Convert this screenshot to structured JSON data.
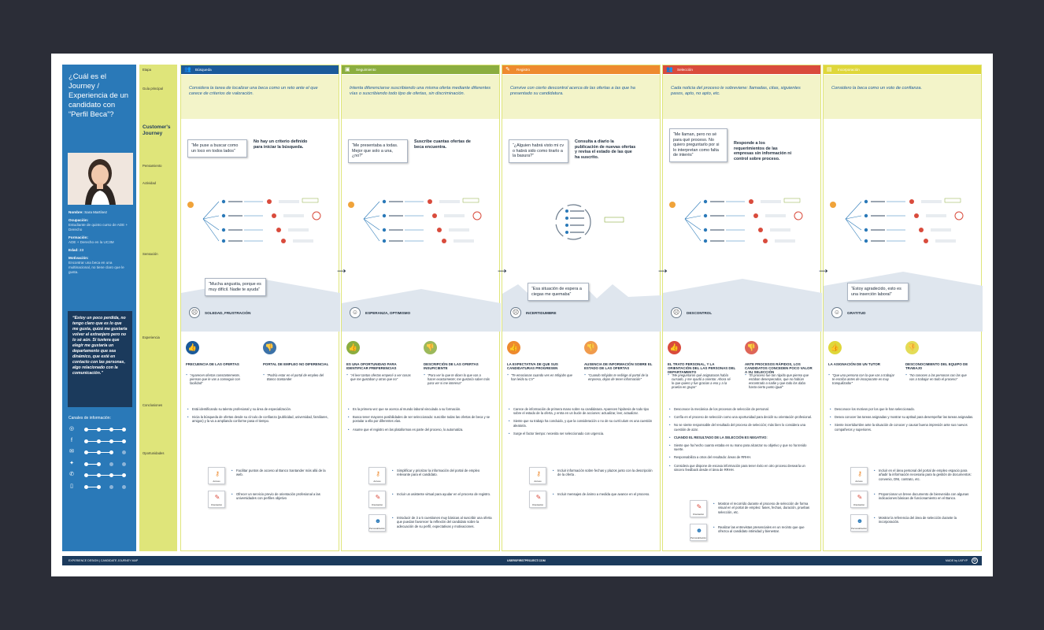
{
  "title": "¿Cuál es el Journey / Experiencia de un candidato con “Perfil Beca”?",
  "profile": {
    "name_label": "Nombre:",
    "name": "Sara Martínez",
    "occupation_label": "Ocupación:",
    "occupation": "Estudiante de quinto curso de ADE + Derecho",
    "education_label": "Formación:",
    "education": "ADE + Derecho en la UC3M",
    "age_label": "Edad:",
    "age": "23",
    "motivation_label": "Motivación:",
    "motivation": "Encontrar una beca en una multinacional, no tiene claro que le gusta.",
    "quote": "“Estoy un poco perdida, no tengo claro que es lo que me gusta, quizá me gustaría volver al extranjero pero no lo sé aún. Si tuviera que elegir me gustaría un departamento que sea dinámico, que esté en contacto con las personas, algo relacionado con la comunicación.”",
    "channels_title": "Canales de información:",
    "channels": [
      {
        "icon": "globe-icon",
        "glyph": "◎",
        "levels": [
          1,
          1,
          1,
          1
        ]
      },
      {
        "icon": "facebook-icon",
        "glyph": "f",
        "levels": [
          1,
          1,
          1,
          1
        ]
      },
      {
        "icon": "email-icon",
        "glyph": "✉",
        "levels": [
          1,
          1,
          1,
          0
        ]
      },
      {
        "icon": "twitter-icon",
        "glyph": "✦",
        "levels": [
          1,
          1,
          0,
          0
        ]
      },
      {
        "icon": "whatsapp-icon",
        "glyph": "✆",
        "levels": [
          1,
          1,
          1,
          1
        ]
      },
      {
        "icon": "phone-icon",
        "glyph": "▯",
        "levels": [
          1,
          1,
          0,
          0
        ]
      }
    ]
  },
  "row_labels": {
    "etapa": "Etapa",
    "guia": "Guía principal",
    "journey": "Customer's Journey",
    "pensamiento": "Pensamiento",
    "actividad": "Actividad",
    "sensacion": "Sensación",
    "experiencia": "Experiencia",
    "conclusiones": "Conclusiones",
    "oportunidades": "Oportunidades"
  },
  "stages": [
    {
      "name": "Búsqueda",
      "color": "#1b5a9a",
      "emo_level": 0.35,
      "guide": "Considera la tarea de localizar una beca como un reto ante el que carece de criterios de valoración.",
      "bubble": "“Me puse a buscar como un loco en todos lados”",
      "thought": "No hay un criterio definido para iniciar la búsqueda.",
      "feeling_quote": "“Mucha angustia, porque es muy difícil. Nadie te ayuda”",
      "emotion": "SOLEDAD, FRUSTRACIÓN",
      "experiences": [
        {
          "type": "positive",
          "title": "FRECUENCIA DE LAS OFERTAS",
          "quote": "“Aparecen ofertas constantemente, piensas que le vas a conseguir con facilidad”"
        },
        {
          "type": "negative",
          "title": "PORTAL DE EMPLEO NO DIFERENCIAL",
          "quote": "“Podría estar en el portal de empleo del Banco Santander"
        }
      ],
      "conclusions": [
        "Está identificando su talento profesional y su área de especialización.",
        "Inicia la búsqueda de ofertas desde su círculo de confianza (publicidad, universidad, familiares, amigos) y la va a ampliando conforme pasa el tiempo."
      ],
      "opportunities": [
        {
          "label": "Acceso",
          "icon": "key-icon",
          "text": "Facilitar puntos de acceso al Banco Santander más allá de la web."
        },
        {
          "label": "Orientación",
          "icon": "compass-icon",
          "text": "Ofrecer un servicio previo de orientación profesional a las universidades con perfiles objetivo"
        }
      ]
    },
    {
      "name": "Seguimiento",
      "color": "#8bad3f",
      "emo_level": 0.5,
      "guide": "Intenta diferenciarse suscribiendo una misma oferta mediante diferentes vías o suscribiendo todo tipo de ofertas, sin discriminación.",
      "bubble": "“Me presentaba a todas. Mejor que solo a una, ¿no?”",
      "thought": "Suscribe cuantas ofertas de beca encuentra.",
      "feeling_quote": "",
      "emotion": "ESPERANZA, OPTIMISMO",
      "experiences": [
        {
          "type": "positive",
          "title": "ES UNA OPORTUNIDAD PARA IDENTIFICAR PREFERENCIAS",
          "quote": "“Al leer tantas ofertas empecé a ver cosas que me gustaban y otras que no”"
        },
        {
          "type": "negative",
          "title": "DESCRIPCIÓN DE LAS OFERTAS INSUFICIENTE",
          "quote": "“Para ver lo que te dicen lo que vas a hacer exactamente; me gustaría saber más para ver si me interesa”"
        }
      ],
      "conclusions": [
        "Es la primera vez que se acerca al mundo laboral vinculado a su formación.",
        "Busca tener mayores posibilidades de ser seleccionado: suscribe todas las ofertas de beca y se postular a ella por diferentes vías.",
        "Asume que el registro en las plataformas es parte del proceso, lo automatiza."
      ],
      "opportunities": [
        {
          "label": "Acceso",
          "icon": "key-icon",
          "text": "Simplificar y priorizar la información del portal de empleo relevante para el candidato."
        },
        {
          "label": "Orientación",
          "icon": "compass-icon",
          "text": "Incluir un asistente virtual para ayudar en el proceso de registro."
        },
        {
          "label": "Personalización",
          "icon": "person-icon",
          "text": "Introducir de 3 a 5 cuestiones muy básicas al suscribir una oferta que puedan favorecer la reflexión del candidato sobre la adecuación de su perfil, expectativas y motivaciones."
        }
      ]
    },
    {
      "name": "Registro",
      "color": "#ee8a2e",
      "emo_level": 0.45,
      "guide": "Convive con cierto descontrol acerca de las ofertas a las que ha presentado su candidatura.",
      "bubble": "“¿Alguien habrá visto mi cv o habrá sido como tirarlo a la basura?”",
      "thought": "Consulta a diario la publicación de nuevas ofertas y revisa el estado de las que ha suscrito.",
      "feeling_quote": "“Esa situación de espera a ciegas me quemaba”",
      "emotion": "INCERTIDUMBRE",
      "experiences": [
        {
          "type": "positive",
          "title": "LA EXPECTATIVA DE QUE SUS CANDIDATURAS PROGRESEN",
          "quote": "“Te emocionas cuando ves en Infojobs que han leído tu CV”"
        },
        {
          "type": "negative",
          "title": "AUSENCIA DE INFORMACIÓN SOBRE EL ESTADO DE LAS OFERTAS",
          "quote": "“Cuando Infojobs te redirige al portal de la empresa, dejas de tener información”"
        }
      ],
      "conclusions": [
        "Carece de información de primera mano sobre su candidatura. Aparecen hipótesis de todo tipo sobre el estado de la oferta, y entra en un bucle de acciones: actualizar, leer, actualizar.",
        "Siente que su trabajo ha concluido, y que la consideración o no de su currículum es una cuestión aleatoria.",
        "Surge el factor tiempo: necesita ser seleccionado con urgencia."
      ],
      "opportunities": [
        {
          "label": "Acceso",
          "icon": "key-icon",
          "text": "Incluir información sobre fechas y plazos junto con la descripción de la oferta ."
        },
        {
          "label": "Orientación",
          "icon": "compass-icon",
          "text": "Incluir mensajes de ánimo a medida que avance en el proceso."
        }
      ]
    },
    {
      "name": "Selección",
      "color": "#d94b3c",
      "emo_level": 0.35,
      "guide": "Cada noticia del proceso le sobreviene: llamadas, citas, siguientes pasos, apto, no apto, etc.",
      "bubble": "“Me llaman, pero no sé para qué proceso. No quiero preguntarlo por si lo interpretan como falta de interés”",
      "thought": "Responde a los requerimientos de las empresas sin información ni control sobre proceso.",
      "feeling_quote": "",
      "emotion": "DESCONTROL",
      "experiences": [
        {
          "type": "positive",
          "title": "EL TRATO PERSONAL, Y LA ORIENTACIÓN DEL LAS PERSONAS DEL DEPARTAMENTO",
          "quote": "“Me preguntaron qué asignaturas había cursado, y me ayudó a orientar. Ahora sé lo que quiero y fue gracias a eso y a la prueba en grupo”"
        },
        {
          "type": "negative",
          "title": "ANTE PROCESOS RÁPIDOS, LOS CANDIDATOS CONCEDEN POCO VALOR A SU SELECCIÓN",
          "quote": "“El proceso fue tan rápido que pienso que estaban desesperados, que no habían encontrado a nadie y que todo los daba hasta cierto punto igual”"
        }
      ],
      "conclusions": [
        "Desconoce la mecánica de los procesos de selección de personal.",
        "Confía en el proceso de selección como una oportunidad para decidir su orientación profesional.",
        "No se siente responsable del resultado del proceso de selección; más bien lo considera una cuestión de azar.",
        "CUANDO EL RESULTADO DE LA SELECCIÓN ES NEGATIVO:",
        "Siente que ha hecho cuanto estaba en su mano para alcanzar su objetivo y que no ha tenido suerte.",
        "Responsabiliza a otros del resultado: áreas de RRHH.",
        "Considera que dispone de escasa información para tener éxito en otro proceso.Desearía un sincero feedback desde el área de RRHH."
      ],
      "opportunities": [
        {
          "label": "Orientación",
          "icon": "compass-icon",
          "text": "Mostrar el recorrido durante el proceso de selección de forma visual en el portal de empleo: fases, fechas, duración, pruebas selección, etc."
        },
        {
          "label": "Personalización",
          "icon": "person-icon",
          "text": "Realizar las entrevistas presenciales en un recinto que que ofrezca al candidato intimidad y bienestar."
        }
      ]
    },
    {
      "name": "Incorporación",
      "color": "#dfd73a",
      "emo_level": 0.25,
      "guide": "Considero la beca como un voto de confianza.",
      "bubble": "",
      "thought": "",
      "feeling_quote": "“Estoy agradecido, esto es una inserción laboral”",
      "emotion": "GRATITUD",
      "experiences": [
        {
          "type": "positive",
          "title": "LA ASIGNACIÓN DE UN TUTOR",
          "quote": "“Que una persona con la que vas a trabajar te escriba antes de incorporarte es muy tranquilizador”"
        },
        {
          "type": "negative",
          "title": "DESCONOCIMIENTO DEL EQUIPO DE TRABAJO",
          "quote": "“No conoces a las personas con las que vas a trabajar en todo el proceso”"
        }
      ],
      "conclusions": [
        "Desconoce los motivos por los que le han seleccionado.",
        "Desea conocer las tareas asignadas y mostrar su aptitud para desempeñar las tareas asignadas.",
        "Siente incertidumbre ante la situación de conocer y causar buena impresión ante sus nuevos compañeros y superiores."
      ],
      "opportunities": [
        {
          "label": "Acceso",
          "icon": "key-icon",
          "text": "Incluir en el área personal del portal de empleo espacio para añadir la información necesaria para la gestión de documentos: convenio, DNI, contrato, etc."
        },
        {
          "label": "Orientación",
          "icon": "compass-icon",
          "text": "Proporcionar un breve documento de bienvenida con algunas indicaciones básicas de funcionamiento en el Banco."
        },
        {
          "label": "Personalización",
          "icon": "person-icon",
          "text": "Mostrar la referencia del área de selección durante la incorporación."
        }
      ]
    }
  ],
  "footer": {
    "left": "EXPERIENCE DESIGN  |  CANDIDATE JOURNEY MAP",
    "center": "USERSFIRSTPROJECT.COM",
    "right": "MADE by UXFYP"
  }
}
